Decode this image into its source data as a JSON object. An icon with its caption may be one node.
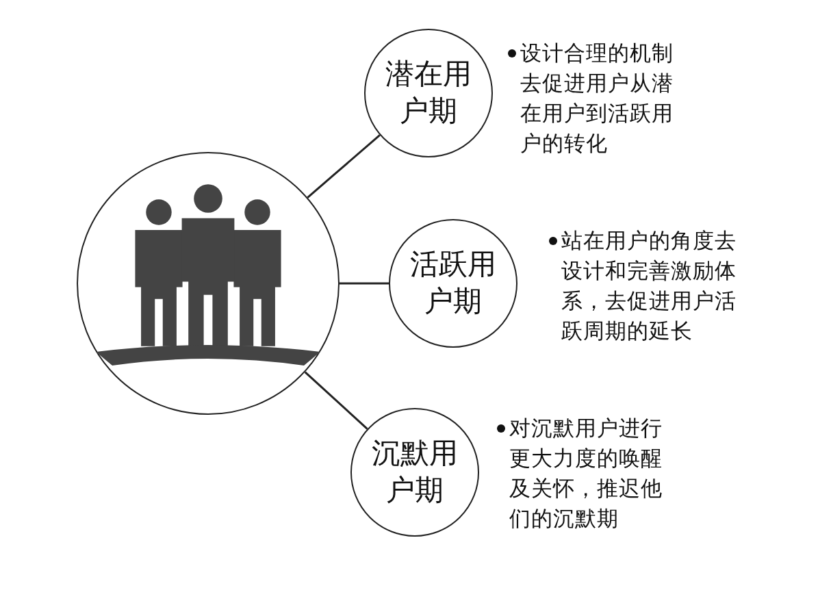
{
  "diagram": {
    "nodes": [
      {
        "text": [],
        "shape": "circle"
      },
      {
        "text": [
          "潜在用户期"
        ],
        "beside": [
          "设计合理的机制去促进用户从潜在用户到活跃用户的转化"
        ]
      },
      {
        "text": [
          "活跃用户期"
        ],
        "beside": [
          "站在用户的角度去设计和完善激励体系，去促进用户活跃周期的延长"
        ]
      },
      {
        "text": [
          "沉默用户期"
        ],
        "beside": [
          "对沉默用户进行更大力度的唤醒及关怀，推迟他们的沉默期"
        ]
      }
    ],
    "edges": [
      {
        "from": 0,
        "to": 1,
        "arrow": "none"
      },
      {
        "from": 0,
        "to": 2,
        "arrow": "none"
      },
      {
        "from": 0,
        "to": 3,
        "arrow": "none"
      }
    ]
  }
}
